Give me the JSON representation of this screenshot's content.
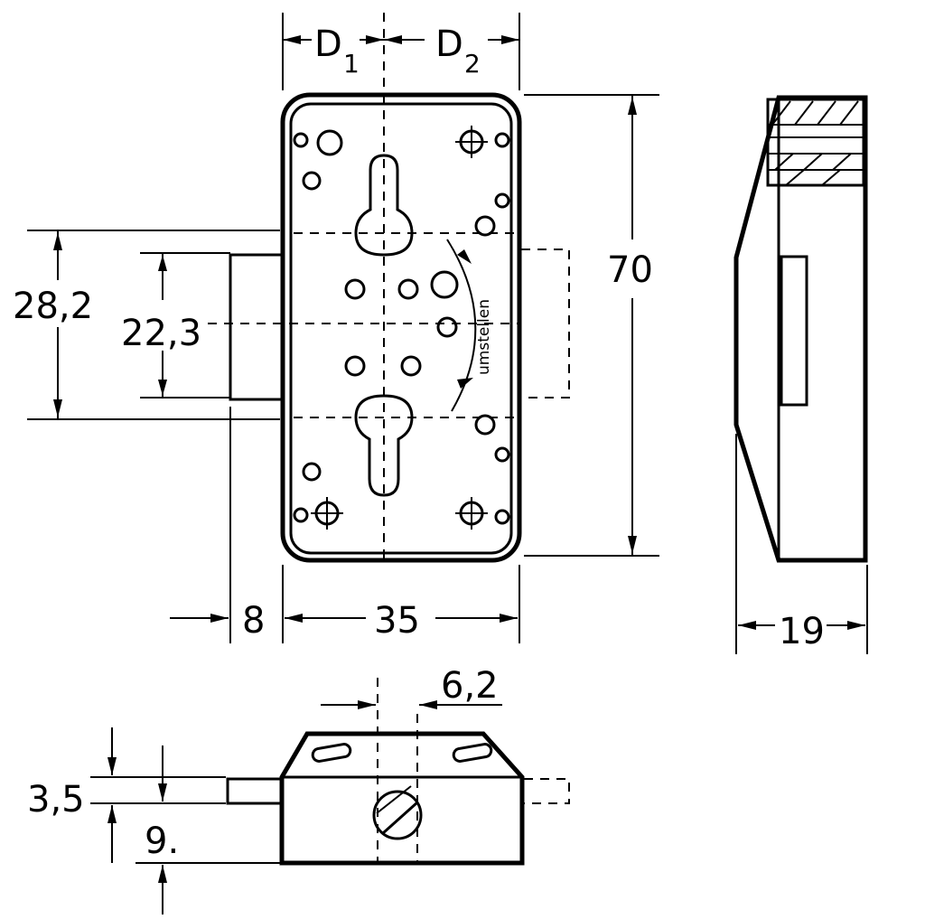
{
  "dimensions": {
    "d1": "D",
    "d1_sub": "1",
    "d2": "D",
    "d2_sub": "2",
    "height": "70",
    "backset": "28,2",
    "bolt_height": "22,3",
    "bolt_projection": "8",
    "width": "35",
    "depth": "19",
    "keyhole_offset": "6,2",
    "thickness": "3,5",
    "bolt_throw": "9."
  },
  "annotations": {
    "adjust_label": "umstellen"
  }
}
